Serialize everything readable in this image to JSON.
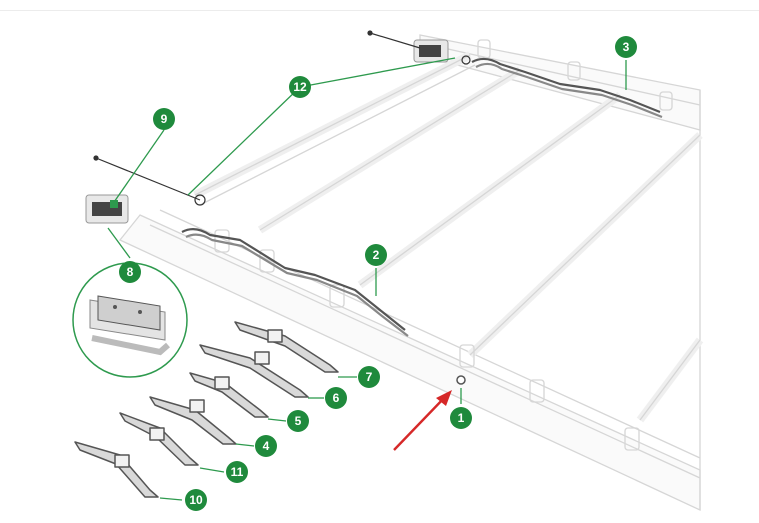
{
  "diagram": {
    "callouts": [
      {
        "number": "1"
      },
      {
        "number": "2"
      },
      {
        "number": "3"
      },
      {
        "number": "4"
      },
      {
        "number": "5"
      },
      {
        "number": "6"
      },
      {
        "number": "7"
      },
      {
        "number": "8"
      },
      {
        "number": "9"
      },
      {
        "number": "10"
      },
      {
        "number": "11"
      },
      {
        "number": "12"
      }
    ]
  },
  "colors": {
    "callout": "#1f8a3c",
    "leader": "#2e9a4e",
    "arrow": "#d62828",
    "rail_outline": "#d9d9d9",
    "part_dark": "#555555"
  }
}
